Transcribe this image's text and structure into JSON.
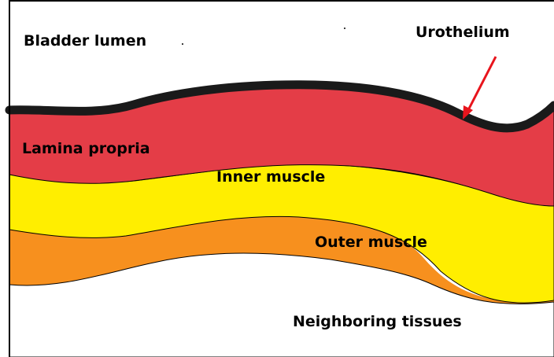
{
  "diagram": {
    "labels": {
      "lumen": "Bladder lumen",
      "urothelium": "Urothelium",
      "lamina_propria": "Lamina propria",
      "inner_muscle": "Inner muscle",
      "outer_muscle": "Outer muscle",
      "neighboring": "Neighboring tissues"
    },
    "colors": {
      "urothelium": "#1a1a1a",
      "lamina_propria": "#e43d47",
      "inner_muscle": "#ffee00",
      "outer_muscle": "#f7901e",
      "arrow": "#e8141c",
      "border": "#000000",
      "background": "#ffffff"
    }
  }
}
